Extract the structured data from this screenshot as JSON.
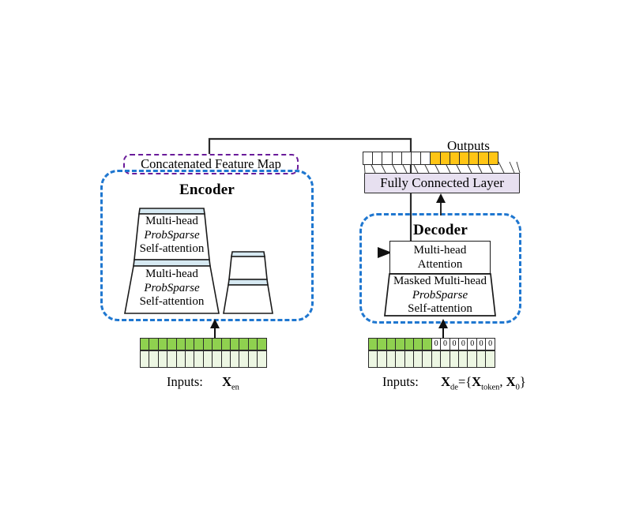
{
  "figure": {
    "domain": "diagram",
    "title_absent": true
  },
  "colors": {
    "dashed_encoder_decoder": "#1f77d0",
    "dashed_concat_map": "#6a1b9a",
    "output_highlight": "#FFC515",
    "output_plain": "#ffffff",
    "fc_layer_fill": "#e7e0f0",
    "token_green_dark": "#8FD14F",
    "token_green_light": "#EDF7E3",
    "attention_band": "#D6E9F2",
    "stroke": "#1a1a1a"
  },
  "concat_map": {
    "label": "Concatenated Feature Map"
  },
  "encoder": {
    "title": "Encoder",
    "stacks": [
      {
        "name": "encoder-main-stack",
        "blocks": [
          {
            "lines": [
              "Multi-head",
              "ProbSparse",
              "Self-attention"
            ],
            "italic_line_index": 1
          },
          {
            "lines": [
              "Multi-head",
              "ProbSparse",
              "Self-attention"
            ],
            "italic_line_index": 1
          }
        ]
      },
      {
        "name": "encoder-replica-stack",
        "blocks": [
          {
            "lines": [],
            "italic_line_index": -1
          },
          {
            "lines": [],
            "italic_line_index": -1
          }
        ]
      }
    ]
  },
  "decoder": {
    "title": "Decoder",
    "blocks": [
      {
        "name": "multi-head-attention",
        "lines": [
          "Multi-head",
          "Attention"
        ],
        "italic_line_index": -1
      },
      {
        "name": "masked-multi-head-probsparse-self-attention",
        "lines": [
          "Masked Multi-head",
          "ProbSparse",
          "Self-attention"
        ],
        "italic_line_index": 1
      }
    ]
  },
  "fully_connected_layer": {
    "label": "Fully Connected Layer"
  },
  "outputs": {
    "label": "Outputs",
    "cells": [
      {
        "fill": "plain",
        "text": ""
      },
      {
        "fill": "plain",
        "text": ""
      },
      {
        "fill": "plain",
        "text": ""
      },
      {
        "fill": "plain",
        "text": ""
      },
      {
        "fill": "plain",
        "text": ""
      },
      {
        "fill": "plain",
        "text": ""
      },
      {
        "fill": "plain",
        "text": ""
      },
      {
        "fill": "highlight",
        "text": ""
      },
      {
        "fill": "highlight",
        "text": ""
      },
      {
        "fill": "highlight",
        "text": ""
      },
      {
        "fill": "highlight",
        "text": ""
      },
      {
        "fill": "highlight",
        "text": ""
      },
      {
        "fill": "highlight",
        "text": ""
      },
      {
        "fill": "highlight",
        "text": ""
      }
    ]
  },
  "encoder_input": {
    "caption_prefix": "Inputs:",
    "caption_symbol": "X",
    "caption_sub": "en",
    "top_row_cells": 14,
    "bottom_row_cells": 14,
    "top_row_fills": [
      "green",
      "green",
      "green",
      "green",
      "green",
      "green",
      "green",
      "green",
      "green",
      "green",
      "green",
      "green",
      "green",
      "green"
    ],
    "top_row_texts": [
      "",
      "",
      "",
      "",
      "",
      "",
      "",
      "",
      "",
      "",
      "",
      "",
      "",
      ""
    ]
  },
  "decoder_input": {
    "caption_prefix": "Inputs:",
    "caption_expr": "X_de={X_token, X_0}",
    "caption_parts": {
      "x1": "X",
      "sub1": "de",
      "eq_brace_open": "={",
      "x2": "X",
      "sub2": "token",
      "comma": ", ",
      "x3": "X",
      "sub3": "0",
      "brace_close": "}"
    },
    "top_row_cells": 14,
    "bottom_row_cells": 14,
    "top_row_fills": [
      "green",
      "green",
      "green",
      "green",
      "green",
      "green",
      "green",
      "zero",
      "zero",
      "zero",
      "zero",
      "zero",
      "zero",
      "zero"
    ],
    "top_row_texts": [
      "",
      "",
      "",
      "",
      "",
      "",
      "",
      "0",
      "0",
      "0",
      "0",
      "0",
      "0",
      "0"
    ]
  },
  "connectors": {
    "encoder_input_to_encoder": "arrow-up",
    "decoder_input_to_decoder": "arrow-up",
    "encoder_to_decoder": "elbow-arrow-right",
    "decoder_to_fc": "arrow-up",
    "fc_to_outputs": "fan-lines"
  }
}
